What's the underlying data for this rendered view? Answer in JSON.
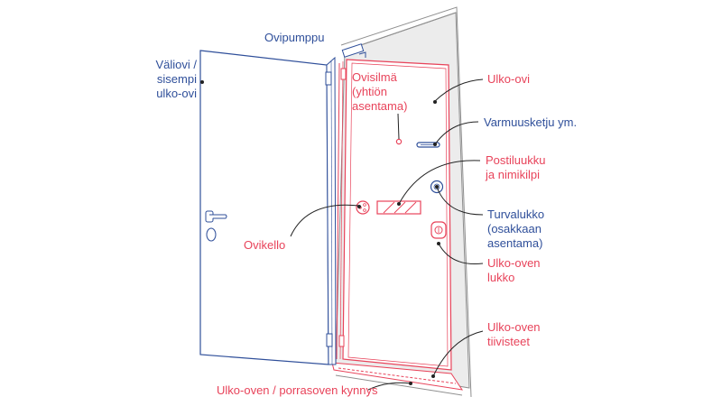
{
  "colors": {
    "blue": "#2f4f9a",
    "red": "#e8435a",
    "leader": "#222222",
    "wall": "#ececec",
    "outline": "#999999"
  },
  "labels": {
    "ovipumppu": "Ovipumppu",
    "valiovi": [
      "Väliovi /",
      "sisempi",
      "ulko-ovi"
    ],
    "ovisilma": [
      "Ovisilmä",
      "(yhtiön",
      "asentama)"
    ],
    "ulko_ovi": "Ulko-ovi",
    "varmuusketju": "Varmuusketju ym.",
    "postiluukku": [
      "Postiluukku",
      "ja nimikilpi"
    ],
    "ovikello": "Ovikello",
    "turvalukko": [
      "Turvalukko",
      "(osakkaan",
      "asentama)"
    ],
    "ulko_oven_lukko": [
      "Ulko-oven",
      "lukko"
    ],
    "tiivisteet": [
      "Ulko-oven",
      "tiivisteet"
    ],
    "kynnys": "Ulko-oven / porrasoven kynnys"
  },
  "icons": [
    "door-closer-icon",
    "door-handle-icon",
    "keyhole-icon",
    "peephole-icon",
    "security-chain-icon",
    "mail-slot-icon",
    "doorbell-icon",
    "deadbolt-icon",
    "door-lock-icon",
    "hinge-icon"
  ]
}
